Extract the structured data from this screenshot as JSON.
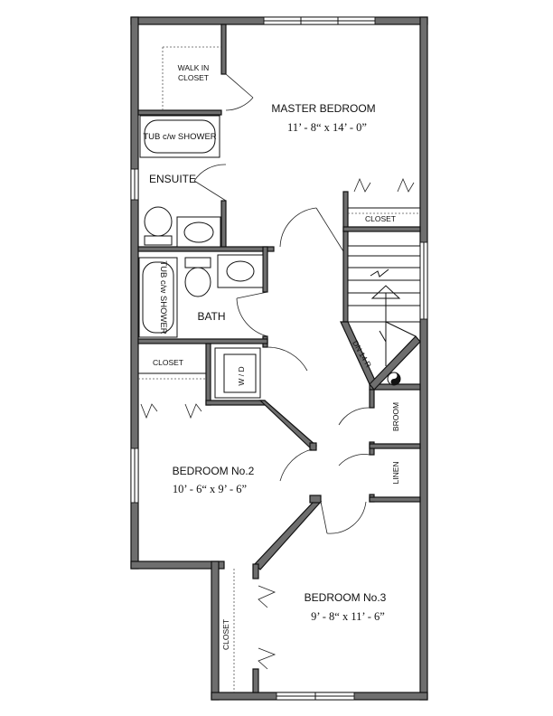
{
  "rooms": {
    "master": {
      "name": "MASTER BEDROOM",
      "dims": "11’ - 8“ x 14’ - 0”"
    },
    "walkin": {
      "line1": "WALK IN",
      "line2": "CLOSET"
    },
    "tub1": {
      "label": "TUB c/w SHOWER"
    },
    "ensuite": {
      "name": "ENSUITE"
    },
    "closet_master": {
      "label": "CLOSET"
    },
    "tub2": {
      "label": "TUB c/w SHOWER"
    },
    "bath": {
      "name": "BATH"
    },
    "closet_bed2": {
      "label": "CLOSET"
    },
    "wd": {
      "label": "W / D"
    },
    "stairs": {
      "label": "DN 14 R"
    },
    "broom": {
      "label": "BROOM"
    },
    "linen": {
      "label": "LINEN"
    },
    "bed2": {
      "name": "BEDROOM No.2",
      "dims": "10’ - 6“ x 9’ - 6”"
    },
    "bed3": {
      "name": "BEDROOM No.3",
      "dims": "9’ - 8“ x 11’ - 6”"
    },
    "closet_bed3": {
      "label": "CLOSET"
    }
  }
}
